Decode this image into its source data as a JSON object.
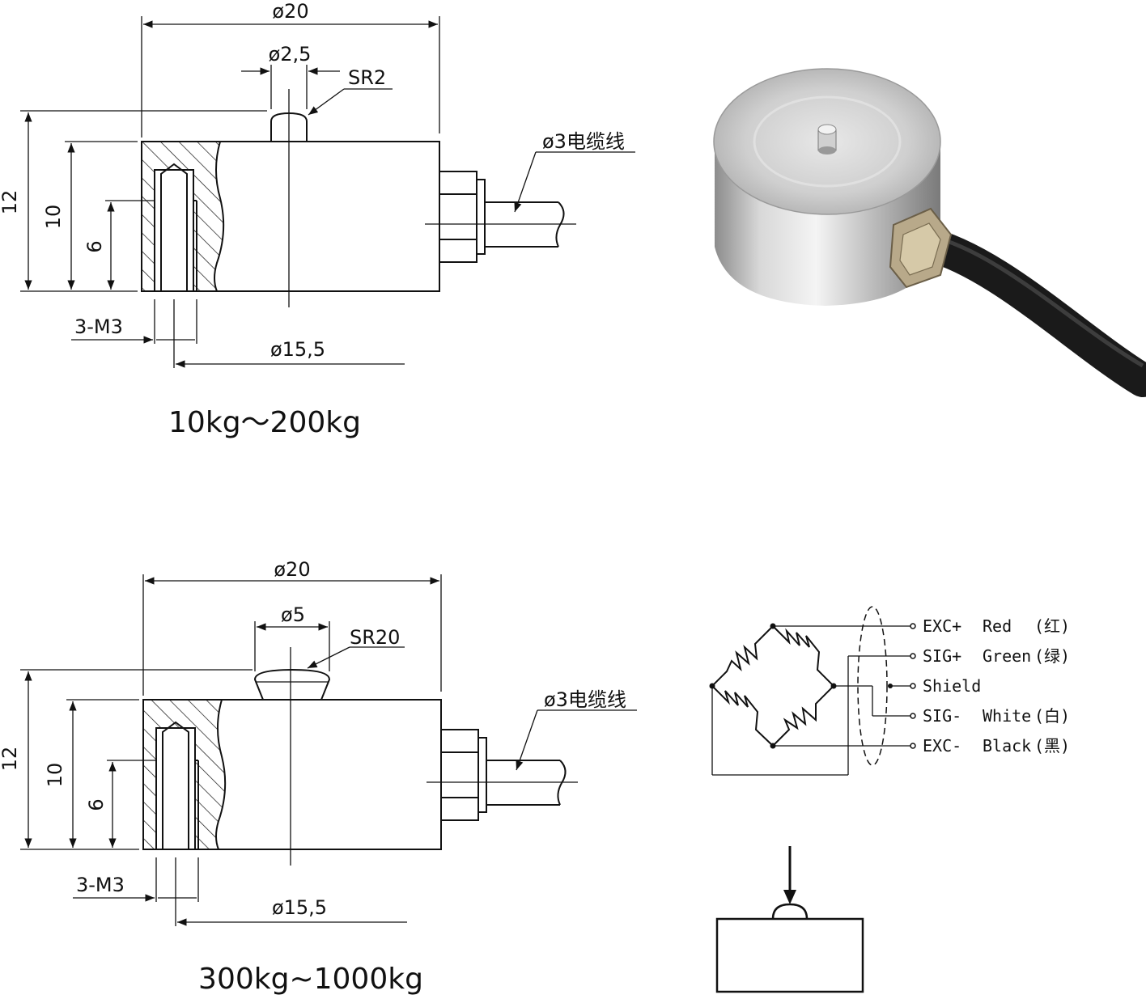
{
  "drawing_small": {
    "dia_outer": "ø20",
    "dia_button": "ø2,5",
    "radius": "SR2",
    "cable": "ø3电缆线",
    "h_total": "12",
    "h_body": "10",
    "h_thread": "6",
    "thread": "3-M3",
    "dia_bolt_circle": "ø15,5",
    "caption": "10kg～200kg"
  },
  "drawing_large": {
    "dia_outer": "ø20",
    "dia_button": "ø5",
    "radius": "SR20",
    "cable": "ø3电缆线",
    "h_total": "12",
    "h_body": "10",
    "h_thread": "6",
    "thread": "3-M3",
    "dia_bolt_circle": "ø15,5",
    "caption": "300kg~1000kg"
  },
  "wiring": [
    {
      "signal": "EXC+",
      "color": "Red",
      "cn": "(红)"
    },
    {
      "signal": "SIG+",
      "color": "Green",
      "cn": "(绿)"
    },
    {
      "signal": "Shield",
      "color": "",
      "cn": ""
    },
    {
      "signal": "SIG-",
      "color": "White",
      "cn": "(白)"
    },
    {
      "signal": "EXC-",
      "color": "Black",
      "cn": "(黑)"
    }
  ]
}
